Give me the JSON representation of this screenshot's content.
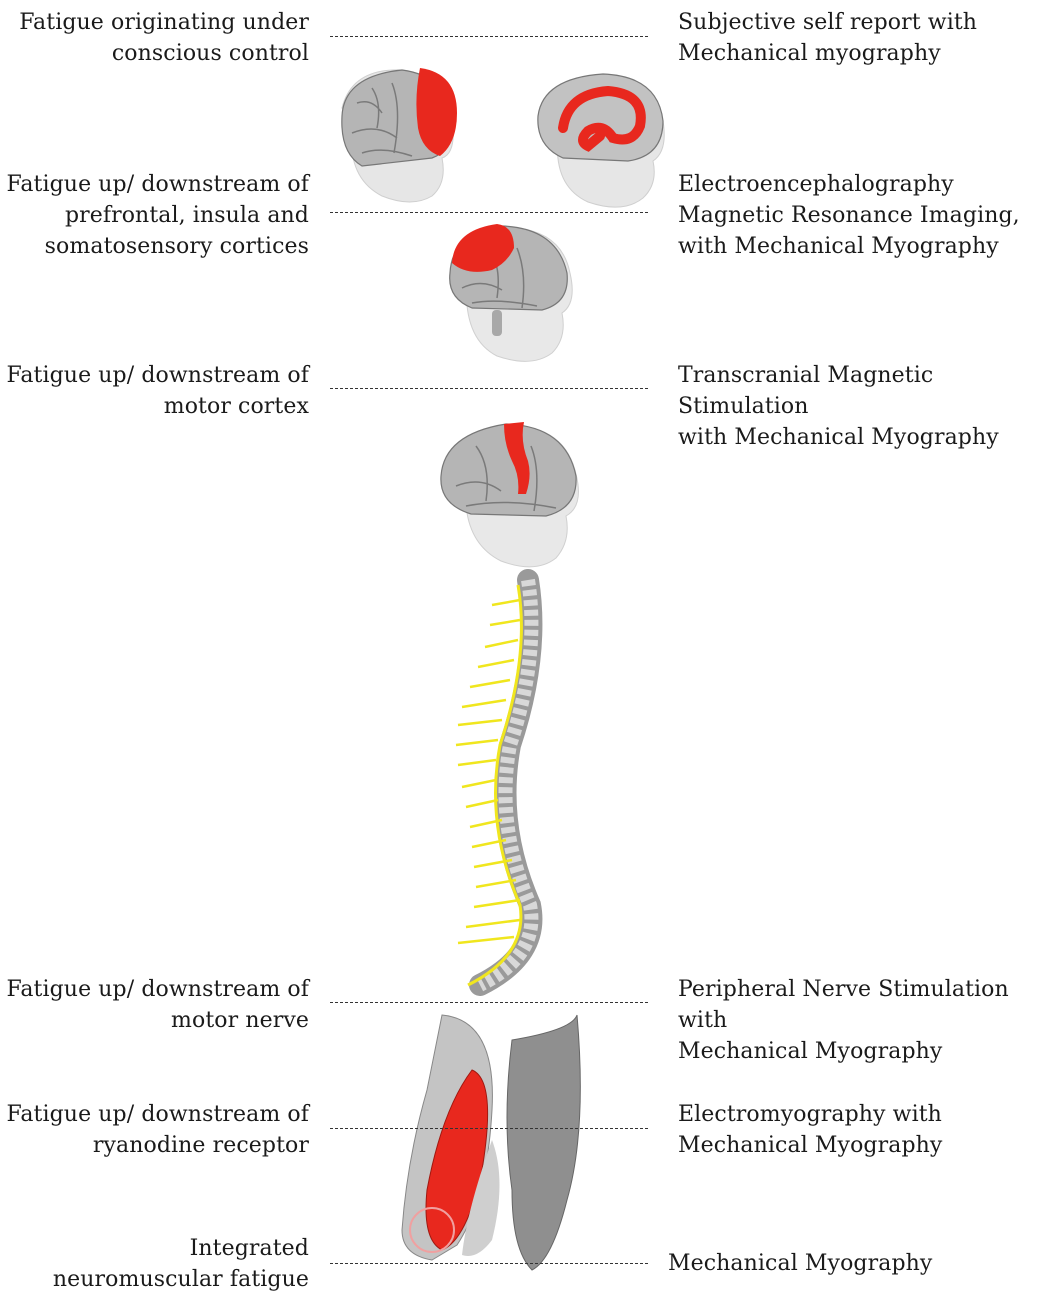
{
  "rows": [
    {
      "left": "Fatigue originating under\nconscious control",
      "right": "Subjective self report with\nMechanical myography"
    },
    {
      "left": "Fatigue up/ downstream of\nprefrontal,  insula and\nsomatosensory cortices",
      "right": "Electroencephalography\nMagnetic Resonance Imaging,\nwith Mechanical Myography"
    },
    {
      "left": "Fatigue up/ downstream of\nmotor cortex",
      "right": "Transcranial Magnetic Stimulation\nwith Mechanical Myography"
    },
    {
      "left": "Fatigue up/ downstream of\nmotor nerve",
      "right": "Peripheral Nerve Stimulation with\nMechanical Myography"
    },
    {
      "left": "Fatigue up/ downstream of\nryanodine receptor",
      "right": "Electromyography with\nMechanical Myography"
    },
    {
      "left": "Integrated\nneuromuscular fatigue",
      "right": "Mechanical Myography"
    }
  ],
  "colors": {
    "highlight": "#e8281e",
    "nerve": "#f0e61e",
    "tissue": "#bdbdbd"
  },
  "images": [
    "brain-lateral-prefrontal",
    "brain-medial-cingulate",
    "brain-somatosensory",
    "brain-motor-cortex",
    "spine-nerves",
    "thigh-muscles"
  ]
}
